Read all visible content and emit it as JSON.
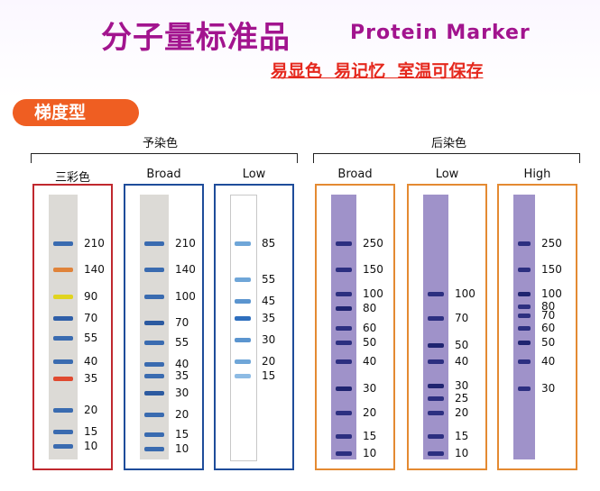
{
  "header": {
    "title_cn": "分子量标准品",
    "title_en": "Protein Marker",
    "subtitle": "易显色  易记忆  室温可保存",
    "type_tag": "梯度型"
  },
  "colors": {
    "title": "#a2148e",
    "subtitle": "#e5281d",
    "tag": "#ef5e22",
    "frame_tricolor": "#c0282e",
    "frame_prestained": "#1e4c9a",
    "frame_poststained": "#e48a32"
  },
  "groups": {
    "prestained": "予染色",
    "poststained": "后染色"
  },
  "lanes": [
    {
      "id": "tricolor",
      "label": "三彩色",
      "group": "prestained",
      "frame": "#c0282e",
      "strip": "#dcdad6",
      "width": 32,
      "bands": [
        {
          "mw": "210",
          "pos": 0.0,
          "color": "#3a6bb0"
        },
        {
          "mw": "140",
          "pos": 0.11,
          "color": "#e0833a"
        },
        {
          "mw": "90",
          "pos": 0.22,
          "color": "#e0d420"
        },
        {
          "mw": "70",
          "pos": 0.31,
          "color": "#2f5fa8"
        },
        {
          "mw": "55",
          "pos": 0.39,
          "color": "#3a6bb0"
        },
        {
          "mw": "40",
          "pos": 0.49,
          "color": "#3a6bb0"
        },
        {
          "mw": "35",
          "pos": 0.56,
          "color": "#e04a30"
        },
        {
          "mw": "20",
          "pos": 0.69,
          "color": "#3a6bb0"
        },
        {
          "mw": "15",
          "pos": 0.78,
          "color": "#3a6bb0"
        },
        {
          "mw": "10",
          "pos": 0.84,
          "color": "#3a6bb0"
        }
      ]
    },
    {
      "id": "pre-broad",
      "label": "Broad",
      "group": "prestained",
      "frame": "#1e4c9a",
      "strip": "#dcdad6",
      "width": 32,
      "bands": [
        {
          "mw": "210",
          "pos": 0.0,
          "color": "#3a6bb0"
        },
        {
          "mw": "140",
          "pos": 0.11,
          "color": "#3a6bb0"
        },
        {
          "mw": "100",
          "pos": 0.22,
          "color": "#3a6bb0"
        },
        {
          "mw": "70",
          "pos": 0.33,
          "color": "#2c5aa0"
        },
        {
          "mw": "55",
          "pos": 0.41,
          "color": "#3a6bb0"
        },
        {
          "mw": "40",
          "pos": 0.5,
          "color": "#3a6bb0"
        },
        {
          "mw": "35",
          "pos": 0.55,
          "color": "#3a6bb0"
        },
        {
          "mw": "30",
          "pos": 0.62,
          "color": "#2c5aa0"
        },
        {
          "mw": "20",
          "pos": 0.71,
          "color": "#3a6bb0"
        },
        {
          "mw": "15",
          "pos": 0.79,
          "color": "#3a6bb0"
        },
        {
          "mw": "10",
          "pos": 0.85,
          "color": "#3a6bb0"
        }
      ]
    },
    {
      "id": "pre-low",
      "label": "Low",
      "group": "prestained",
      "frame": "#1e4c9a",
      "strip": "#ffffff",
      "width": 28,
      "bands": [
        {
          "mw": "85",
          "pos": 0.0,
          "color": "#6fa6d8"
        },
        {
          "mw": "55",
          "pos": 0.15,
          "color": "#6fa6d8"
        },
        {
          "mw": "45",
          "pos": 0.24,
          "color": "#5b95cf"
        },
        {
          "mw": "35",
          "pos": 0.31,
          "color": "#2f6fbe"
        },
        {
          "mw": "30",
          "pos": 0.4,
          "color": "#5b95cf"
        },
        {
          "mw": "20",
          "pos": 0.49,
          "color": "#6fa6d8"
        },
        {
          "mw": "15",
          "pos": 0.55,
          "color": "#8dbbe4"
        }
      ]
    },
    {
      "id": "post-broad",
      "label": "Broad",
      "group": "poststained",
      "frame": "#e48a32",
      "strip": "#9f92c9",
      "width": 28,
      "bands": [
        {
          "mw": "250",
          "pos": 0.0,
          "color": "#2c2f80"
        },
        {
          "mw": "150",
          "pos": 0.11,
          "color": "#2c2f80"
        },
        {
          "mw": "100",
          "pos": 0.21,
          "color": "#2c2f80"
        },
        {
          "mw": "80",
          "pos": 0.27,
          "color": "#1f2470"
        },
        {
          "mw": "60",
          "pos": 0.35,
          "color": "#2c2f80"
        },
        {
          "mw": "50",
          "pos": 0.41,
          "color": "#2c2f80"
        },
        {
          "mw": "40",
          "pos": 0.49,
          "color": "#2c2f80"
        },
        {
          "mw": "30",
          "pos": 0.6,
          "color": "#1f2470"
        },
        {
          "mw": "20",
          "pos": 0.7,
          "color": "#2c2f80"
        },
        {
          "mw": "15",
          "pos": 0.8,
          "color": "#2c2f80"
        },
        {
          "mw": "10",
          "pos": 0.87,
          "color": "#2c2f80"
        }
      ]
    },
    {
      "id": "post-low",
      "label": "Low",
      "group": "poststained",
      "frame": "#e48a32",
      "strip": "#9f92c9",
      "width": 28,
      "bands": [
        {
          "mw": "100",
          "pos": 0.21,
          "color": "#2c2f80"
        },
        {
          "mw": "70",
          "pos": 0.31,
          "color": "#2c2f80"
        },
        {
          "mw": "50",
          "pos": 0.42,
          "color": "#1f2470"
        },
        {
          "mw": "40",
          "pos": 0.49,
          "color": "#2c2f80"
        },
        {
          "mw": "30",
          "pos": 0.59,
          "color": "#1f2470"
        },
        {
          "mw": "25",
          "pos": 0.64,
          "color": "#2c2f80"
        },
        {
          "mw": "20",
          "pos": 0.7,
          "color": "#2c2f80"
        },
        {
          "mw": "15",
          "pos": 0.8,
          "color": "#2c2f80"
        },
        {
          "mw": "10",
          "pos": 0.87,
          "color": "#2c2f80"
        }
      ]
    },
    {
      "id": "post-high",
      "label": "High",
      "group": "poststained",
      "frame": "#e48a32",
      "strip": "#9f92c9",
      "width": 24,
      "bands": [
        {
          "mw": "250",
          "pos": 0.0,
          "color": "#2c2f80"
        },
        {
          "mw": "150",
          "pos": 0.11,
          "color": "#2c2f80"
        },
        {
          "mw": "100",
          "pos": 0.21,
          "color": "#1f2470"
        },
        {
          "mw": "80",
          "pos": 0.26,
          "color": "#2c2f80"
        },
        {
          "mw": "70",
          "pos": 0.3,
          "color": "#2c2f80"
        },
        {
          "mw": "60",
          "pos": 0.35,
          "color": "#2c2f80"
        },
        {
          "mw": "50",
          "pos": 0.41,
          "color": "#1f2470"
        },
        {
          "mw": "40",
          "pos": 0.49,
          "color": "#2c2f80"
        },
        {
          "mw": "30",
          "pos": 0.6,
          "color": "#2c2f80"
        }
      ]
    }
  ]
}
